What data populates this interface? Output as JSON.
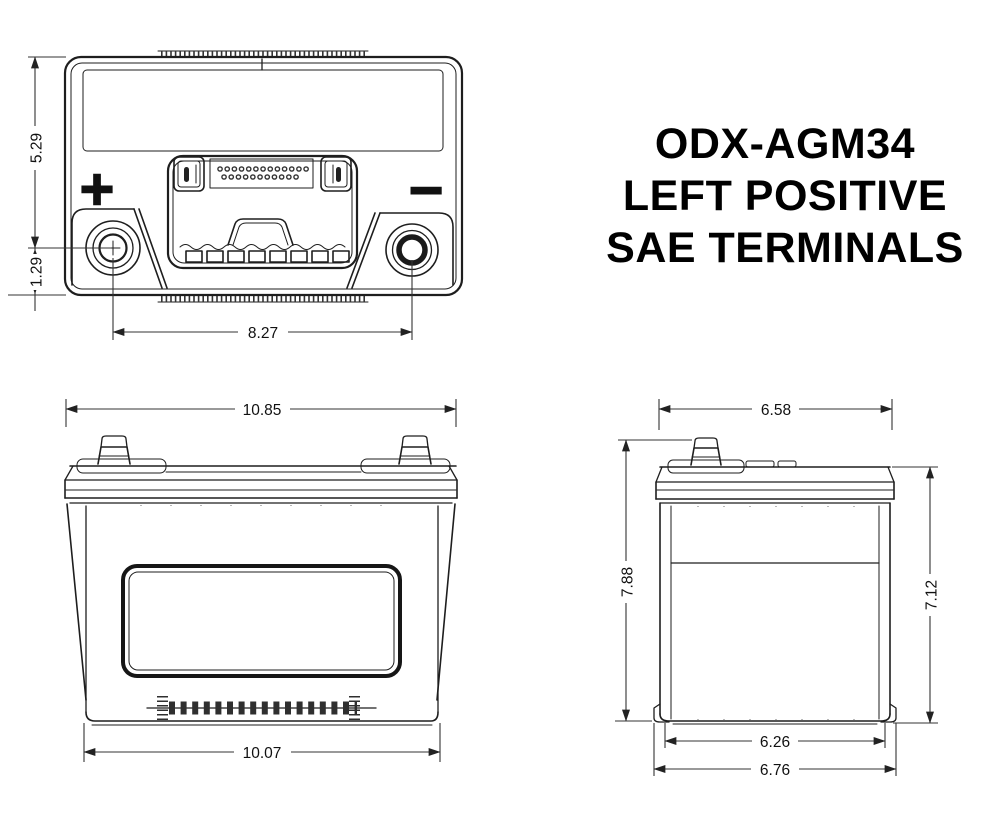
{
  "title": {
    "model": "ODX-AGM34",
    "polarity": "LEFT POSITIVE",
    "terminal_type": "SAE TERMINALS"
  },
  "symbols": {
    "positive": "+",
    "negative": "−"
  },
  "views": {
    "top": {
      "dimensions": {
        "edge_to_terminal_center": "5.29",
        "terminal_center_to_bottom_edge": "1.29",
        "terminal_center_spacing": "8.27"
      }
    },
    "front": {
      "dimensions": {
        "overall_width": "10.85",
        "base_width": "10.07"
      }
    },
    "side": {
      "dimensions": {
        "top_width": "6.58",
        "overall_height": "7.88",
        "case_height": "7.12",
        "base_width": "6.26",
        "base_width_with_feet": "6.76"
      }
    }
  },
  "colors": {
    "line": "#1e1e1e",
    "dimension_line": "#333333",
    "text": "#000000",
    "background": "#ffffff"
  }
}
